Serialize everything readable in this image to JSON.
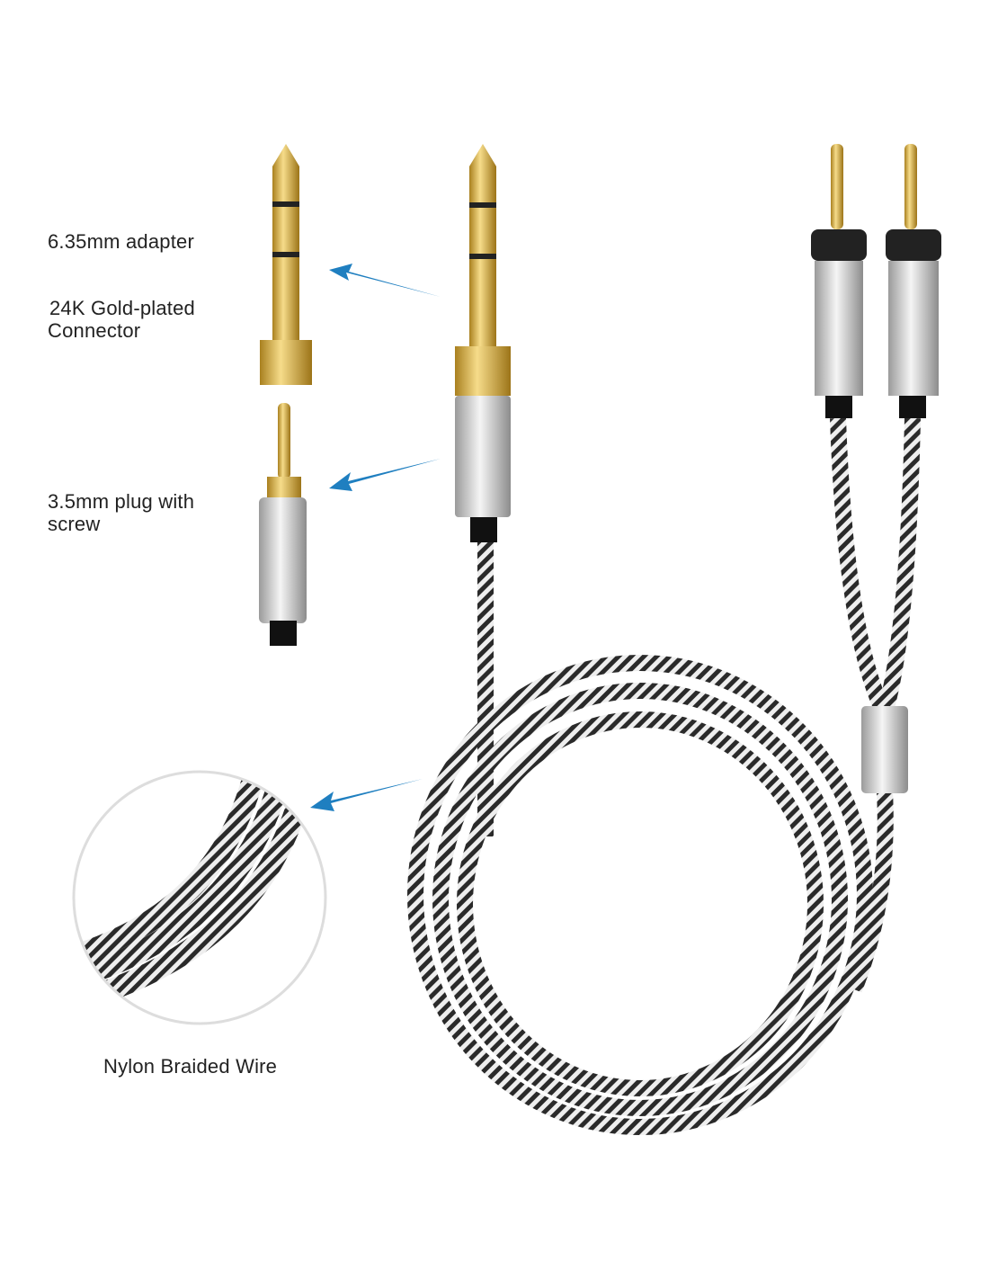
{
  "labels": {
    "adapter": "6.35mm adapter",
    "gold_line1": "24K Gold-plated",
    "gold_line2": "Connector",
    "plug_line1": "3.5mm plug with",
    "plug_line2": "screw",
    "braided": "Nylon Braided Wire"
  },
  "colors": {
    "arrow": "#1f7fc0",
    "gold": "#d9b04a",
    "silver": "#cfcfcf"
  }
}
